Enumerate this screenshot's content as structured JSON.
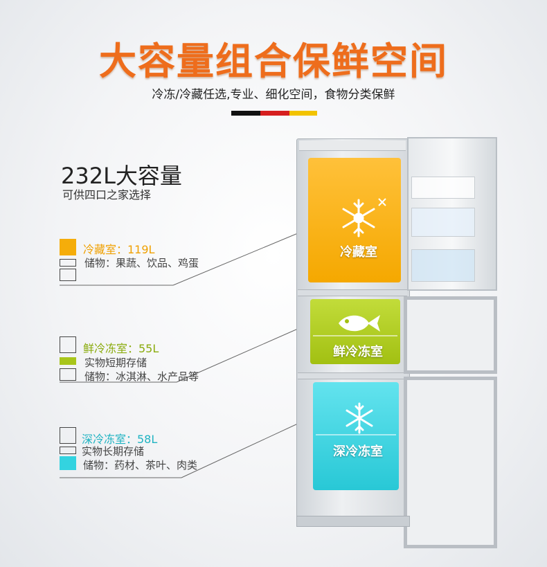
{
  "header": {
    "title": "大容量组合保鲜空间",
    "subtitle": "冷冻/冷藏任选,专业、细化空间，食物分类保鲜",
    "flag_colors": [
      "#111111",
      "#d61f1f",
      "#f2c300"
    ]
  },
  "capacity": {
    "total": "232L大容量",
    "note": "可供四口之家选择"
  },
  "compartments": {
    "fridge": {
      "heading": "冷藏室：119L",
      "line2": "储物：果蔬、饮品、鸡蛋",
      "label": "冷藏室",
      "icon": "snowflake-icon",
      "color": "#f5ad0a"
    },
    "fresh": {
      "heading": "鲜冷冻室：55L",
      "line2": "实物短期存储",
      "line3": "储物：冰淇淋、水产品等",
      "label": "鲜冷冻室",
      "icon": "fish-icon",
      "color": "#a8c51b"
    },
    "deep": {
      "heading": "深冷冻室：58L",
      "line2": "实物长期存储",
      "line3": "储物：药材、茶叶、肉类",
      "label": "深冷冻室",
      "icon": "snowflake-icon",
      "color": "#33d3e0"
    }
  }
}
